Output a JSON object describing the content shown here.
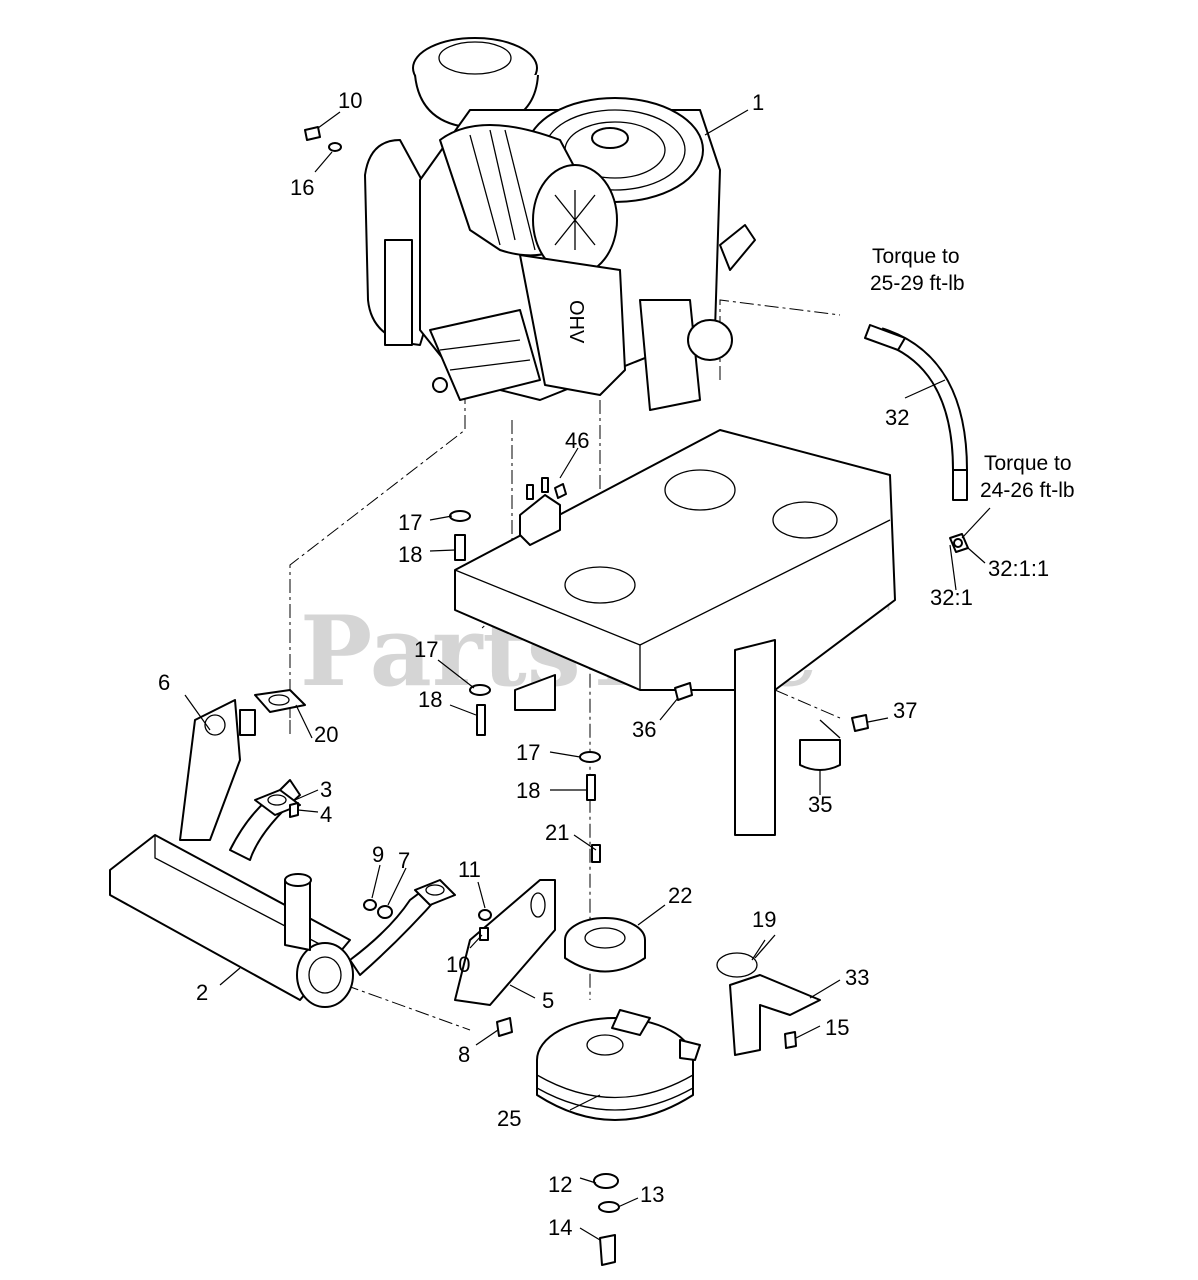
{
  "watermark": {
    "text": "PartsTree",
    "mark": "TM"
  },
  "notes": {
    "torque_upper_line1": "Torque to",
    "torque_upper_line2": "25-29 ft-lb",
    "torque_lower_line1": "Torque to",
    "torque_lower_line2": "24-26 ft-lb"
  },
  "callouts": {
    "c1": "1",
    "c2": "2",
    "c3": "3",
    "c4": "4",
    "c5": "5",
    "c6": "6",
    "c7": "7",
    "c8": "8",
    "c9": "9",
    "c10a": "10",
    "c10b": "10",
    "c11": "11",
    "c12": "12",
    "c13": "13",
    "c14": "14",
    "c15": "15",
    "c16": "16",
    "c17a": "17",
    "c17b": "17",
    "c17c": "17",
    "c18a": "18",
    "c18b": "18",
    "c18c": "18",
    "c19": "19",
    "c20": "20",
    "c21": "21",
    "c22": "22",
    "c25": "25",
    "c32": "32",
    "c32_1": "32:1",
    "c32_1_1": "32:1:1",
    "c33": "33",
    "c35": "35",
    "c36": "36",
    "c37": "37",
    "c46": "46"
  }
}
